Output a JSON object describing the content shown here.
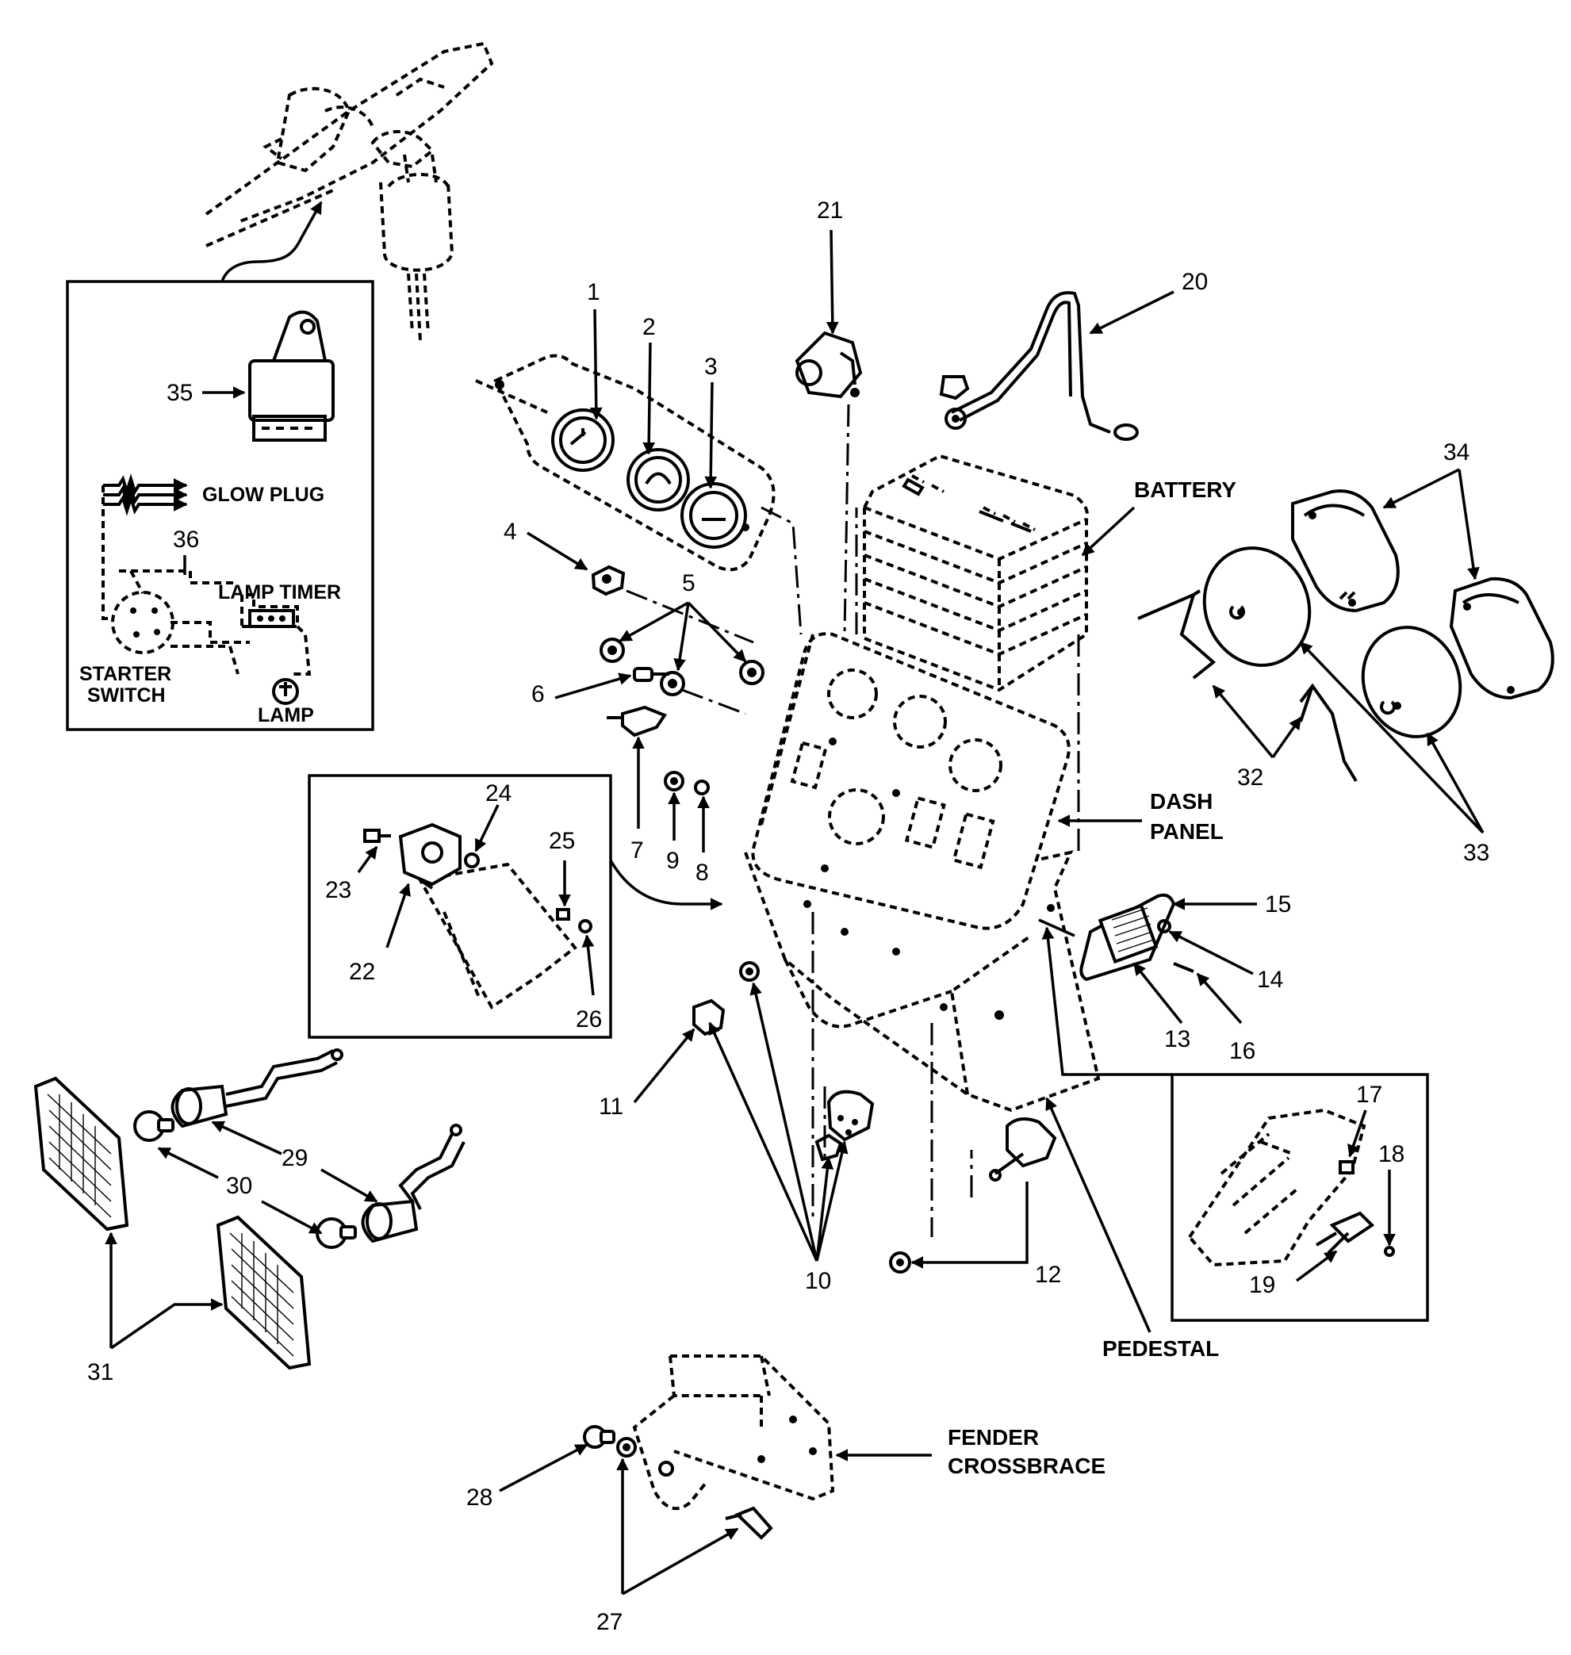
{
  "callouts": [
    "1",
    "2",
    "3",
    "4",
    "5",
    "6",
    "7",
    "8",
    "9",
    "10",
    "11",
    "12",
    "13",
    "14",
    "15",
    "16",
    "17",
    "18",
    "19",
    "20",
    "21",
    "22",
    "23",
    "24",
    "25",
    "26",
    "27",
    "28",
    "29",
    "30",
    "31",
    "32",
    "33",
    "34",
    "35",
    "36"
  ],
  "labels": {
    "battery": "BATTERY",
    "dash_panel_line1": "DASH",
    "dash_panel_line2": "PANEL",
    "pedestal": "PEDESTAL",
    "fender_line1": "FENDER",
    "fender_line2": "CROSSBRACE"
  },
  "inset": {
    "glow_plug": "GLOW PLUG",
    "lamp_timer": "LAMP TIMER",
    "starter_line1": "STARTER",
    "starter_line2": "SWITCH",
    "lamp": "LAMP"
  }
}
